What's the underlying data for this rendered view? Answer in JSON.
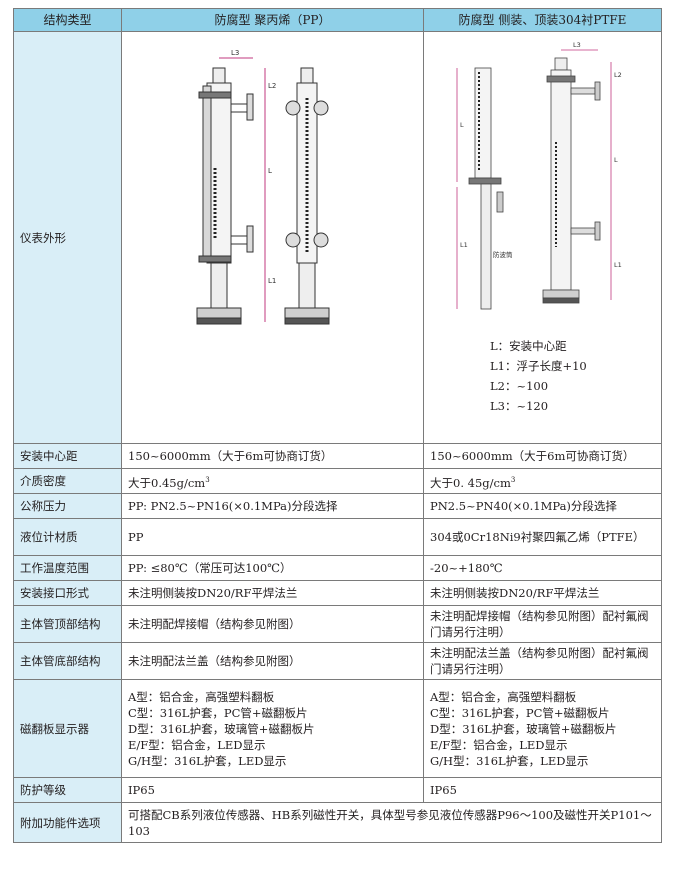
{
  "header": {
    "col1": "结构类型",
    "col2": "防腐型 聚丙烯（PP）",
    "col3": "防腐型 侧装、顶装304衬PTFE"
  },
  "appearance": {
    "label": "仪表外形",
    "pp_dims": {
      "l3": "L3",
      "l2": "L2",
      "l": "L",
      "l1": "L1"
    },
    "ptfe_dims": {
      "l3": "L3",
      "l2": "L2",
      "l": "L",
      "l1": "L1",
      "wave_tube": "防波筒"
    },
    "legend": [
      "L：安装中心距",
      "L1：浮子长度+10",
      "L2：~100",
      "L3：~120"
    ]
  },
  "rows": [
    {
      "label": "安装中心距",
      "pp": "150~6000mm（大于6m可协商订货）",
      "ptfe": "150~6000mm（大于6m可协商订货）"
    },
    {
      "label": "介质密度",
      "pp": "大于0.45g/cm",
      "pp_sup": "3",
      "ptfe": "大于0. 45g/cm",
      "ptfe_sup": "3"
    },
    {
      "label": "公称压力",
      "pp": "PP: PN2.5~PN16(×0.1MPa)分段选择",
      "ptfe": "PN2.5~PN40(×0.1MPa)分段选择"
    },
    {
      "label": "液位计材质",
      "pp": "PP",
      "ptfe": "304或0Cr18Ni9衬聚四氟乙烯（PTFE）"
    },
    {
      "label": "工作温度范围",
      "pp": "PP: ≤80℃（常压可达100℃）",
      "ptfe": "-20~+180℃"
    },
    {
      "label": "安装接口形式",
      "pp": "未注明侧装按DN20/RF平焊法兰",
      "ptfe": "未注明侧装按DN20/RF平焊法兰"
    },
    {
      "label": "主体管顶部结构",
      "pp": "未注明配焊接帽（结构参见附图）",
      "ptfe": "未注明配焊接帽（结构参见附图）配衬氟阀门请另行注明）"
    },
    {
      "label": "主体管底部结构",
      "pp": "未注明配法兰盖（结构参见附图）",
      "ptfe": "未注明配法兰盖（结构参见附图）配衬氟阀门请另行注明）"
    }
  ],
  "display_row": {
    "label": "磁翻板显示器",
    "pp": [
      "A型：铝合金，高强塑料翻板",
      "C型：316L护套，PC管+磁翻板片",
      "D型：316L护套，玻璃管+磁翻板片",
      "E/F型：铝合金，LED显示",
      "G/H型：316L护套，LED显示"
    ],
    "ptfe": [
      "A型：铝合金，高强塑料翻板",
      "C型：316L护套，PC管+磁翻板片",
      "D型：316L护套，玻璃管+磁翻板片",
      "E/F型：铝合金，LED显示",
      "G/H型：316L护套，LED显示"
    ]
  },
  "protection": {
    "label": "防护等级",
    "pp": "IP65",
    "ptfe": "IP65"
  },
  "accessories": {
    "label": "附加功能件选项",
    "value": "可搭配CB系列液位传感器、HB系列磁性开关，具体型号参见液位传感器P96～100及磁性开关P101～103"
  },
  "colors": {
    "header_bg": "#8fd0e8",
    "label_bg": "#d9eef7",
    "border": "#7a7a7a",
    "dim_line": "#c0397f"
  }
}
